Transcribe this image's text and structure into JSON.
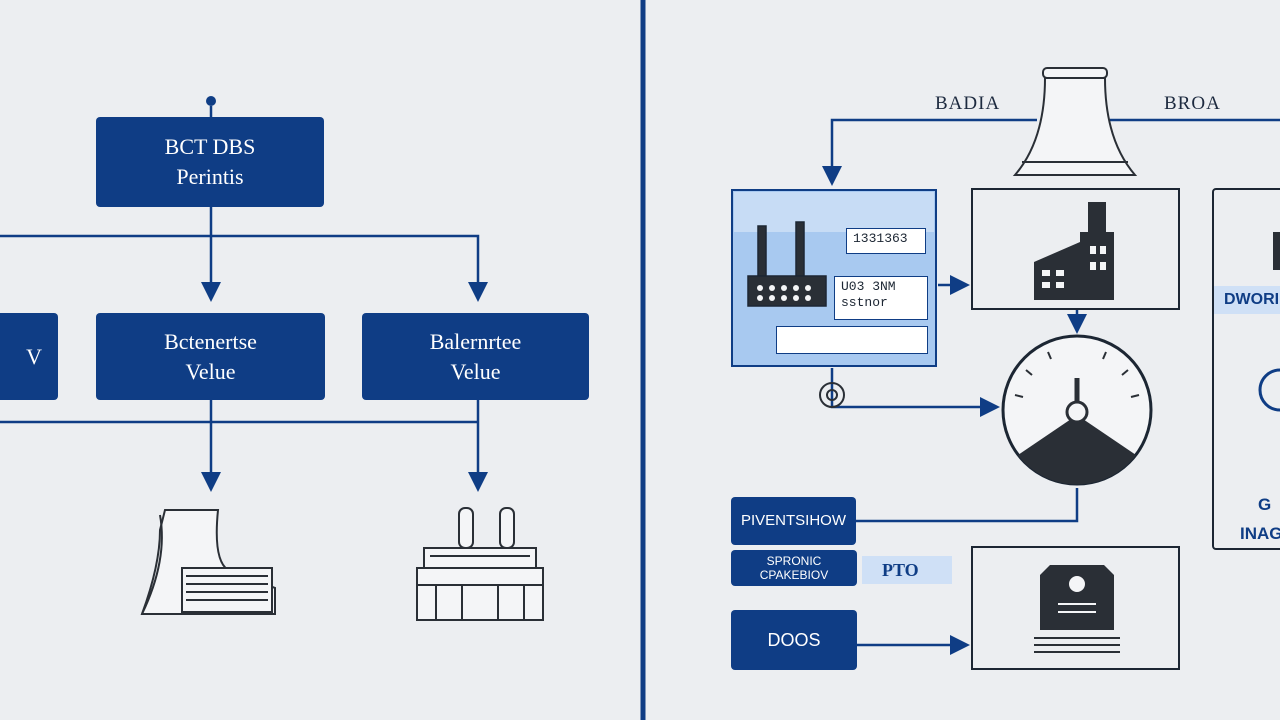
{
  "left": {
    "top_box": [
      "BCT DBS",
      "Perintis"
    ],
    "box_left": [
      "V"
    ],
    "box_center": [
      "Bctenertse",
      "Velue"
    ],
    "box_right": [
      "Balernrtee",
      "Velue"
    ]
  },
  "right": {
    "label_left": "BADIA",
    "label_right": "BROA",
    "field_1": "1331363",
    "field_2_line1": "U03 3NM",
    "field_2_line2": "sstnor",
    "field_3": "",
    "side_tag": "DWORI",
    "side_text_1": "G",
    "side_text_2": "INAG",
    "box_1": "PIVENTSIHOW",
    "box_2_line1": "SPRONIC",
    "box_2_line2": "CPAKEBIOV",
    "tag_pto": "PTO",
    "box_3": "DOOS"
  },
  "colors": {
    "navy": "#0f3d85",
    "background": "#eceef1",
    "line": "#0f3d85",
    "ink": "#1c2633"
  }
}
